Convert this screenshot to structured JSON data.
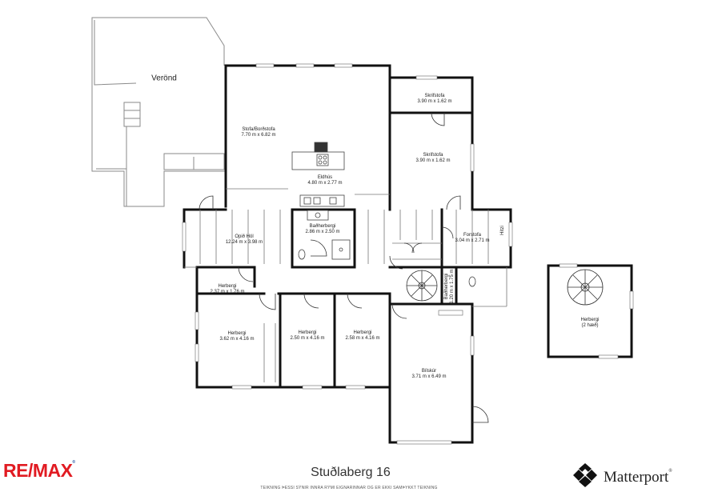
{
  "rooms": {
    "verond": {
      "name": "Verönd"
    },
    "stofa": {
      "name": "Stofa/Borðstofa",
      "dims": "7.70 m x 6.82 m"
    },
    "skrifstofa_top": {
      "name": "Skrifstofa",
      "dims": "3.90 m x 1.62 m"
    },
    "skrifstofa": {
      "name": "Skrifstofa",
      "dims": "3.90 m x 1.62 m"
    },
    "eldhus": {
      "name": "Eldhús",
      "dims": "4.80 m x 2.77 m"
    },
    "opid_hol": {
      "name": "Opið Hól",
      "dims": "12.24 m x 3.98 m"
    },
    "badherbergi": {
      "name": "Baðherbergi",
      "dims": "2.86 m x 2.50 m"
    },
    "forstofa": {
      "name": "Forstofa",
      "dims": "3.04 m x 2.71 m"
    },
    "hitzi": {
      "name": "Hitzi"
    },
    "herbergi_small": {
      "name": "Herbergi",
      "dims": "2.37 m x 1.76 m"
    },
    "badherbergi2": {
      "name": "Baðherbergi",
      "dims": "1.20 m x 1.75 m"
    },
    "herbergi_1": {
      "name": "Herbergi",
      "dims": "3.62 m x 4.16 m"
    },
    "herbergi_2": {
      "name": "Herbergi",
      "dims": "2.50 m x 4.16 m"
    },
    "herbergi_3": {
      "name": "Herbergi",
      "dims": "2.58 m x 4.16 m"
    },
    "bilskur": {
      "name": "Bílskúr",
      "dims": "3.71 m x 6.49 m"
    },
    "herbergi_2haed": {
      "name": "Herbergi",
      "dims": "(2 hæð)"
    }
  },
  "footer": {
    "title": "Stuðlaberg 16",
    "disclaimer": "TEIKNING ÞESSI SÝNIR INNRA RÝMI EIGNARINNAR OG ER EKKI SAMÞYKKT TEIKNING",
    "remax_logo": "RE/MAX",
    "matterport_logo": "Matterport"
  },
  "colors": {
    "wall": "#111111",
    "light_wall": "#9a9a9a",
    "remax_red": "#e11b22",
    "remax_blue": "#1d4ea1"
  }
}
